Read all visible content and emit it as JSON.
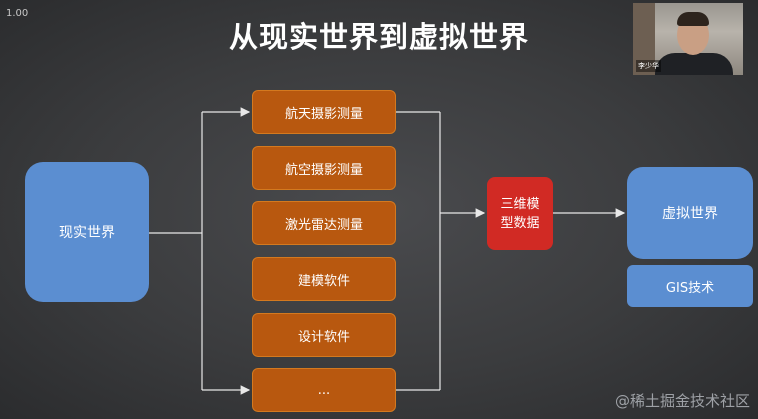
{
  "zoom_level": "1.00",
  "title": "从现实世界到虚拟世界",
  "source": {
    "label": "现实世界"
  },
  "methods": [
    {
      "label": "航天摄影测量"
    },
    {
      "label": "航空摄影测量"
    },
    {
      "label": "激光雷达测量"
    },
    {
      "label": "建模软件"
    },
    {
      "label": "设计软件"
    },
    {
      "label": "..."
    }
  ],
  "model": {
    "line1": "三维模",
    "line2": "型数据"
  },
  "target": {
    "label": "虚拟世界"
  },
  "gis": {
    "label": "GIS技术"
  },
  "webcam": {
    "name": "李少华"
  },
  "watermark": "@稀土掘金技术社区",
  "colors": {
    "blue_box": "#5b8ed1",
    "orange_box": "#b8580f",
    "red_box": "#d12a24",
    "background": "#3a3b3d"
  }
}
